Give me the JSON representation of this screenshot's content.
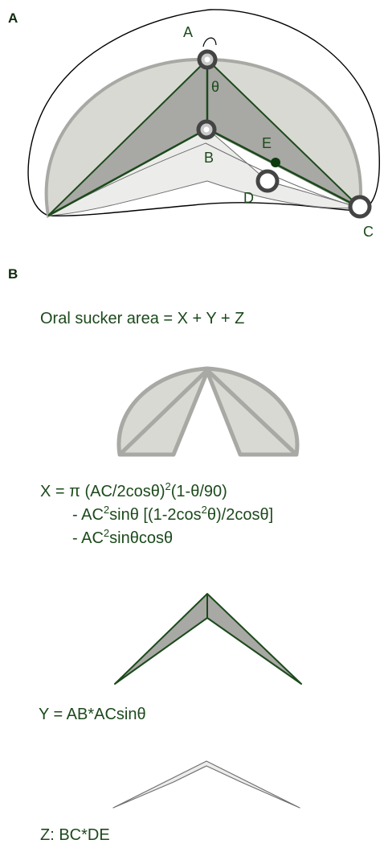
{
  "panels": {
    "a_letter": "A",
    "b_letter": "B"
  },
  "points": {
    "a": "A",
    "b": "B",
    "c": "C",
    "d": "D",
    "e": "E",
    "theta": "θ"
  },
  "equations": {
    "total": "Oral sucker area = X + Y + Z",
    "x_line1_a": "X = π (AC/2cosθ)",
    "x_line1_sup": "2",
    "x_line1_b": "(1-θ/90)",
    "x_line2_a": "- AC",
    "x_line2_sup1": "2",
    "x_line2_b": "sinθ [(1-2cos",
    "x_line2_sup2": "2",
    "x_line2_c": "θ)/2cosθ]",
    "x_line3_a": "- AC",
    "x_line3_sup": "2",
    "x_line3_b": "sinθcosθ",
    "y": "Y = AB*ACsinθ",
    "z": "Z: BC*DE"
  },
  "colors": {
    "dark_green": "#1c4a1c",
    "light_fill": "#d9d9d3",
    "mid_fill": "#a8a8a4",
    "pale_fill": "#ececea",
    "outline_gray": "#8f8f8f"
  }
}
